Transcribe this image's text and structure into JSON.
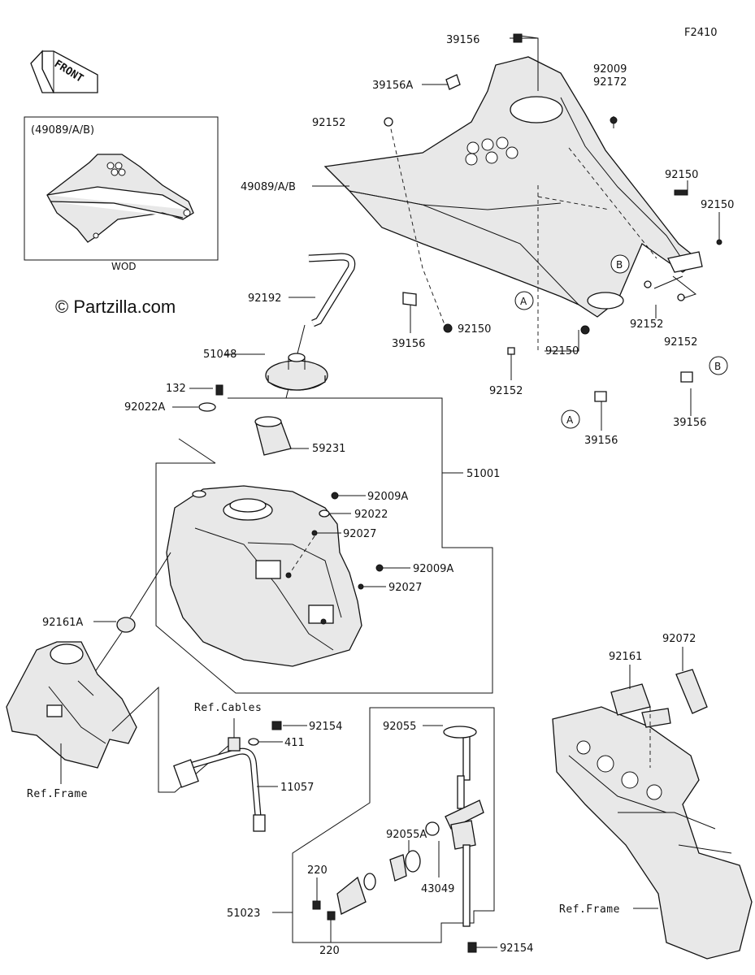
{
  "figure_code": "F2410",
  "watermark": "© Partzilla.com",
  "front_arrow": "FRONT",
  "inset": {
    "title": "(49089/A/B)",
    "caption": "WOD"
  },
  "callout_a": "A",
  "callout_b": "B",
  "labels": {
    "l39156_top": "39156",
    "l39156a": "39156A",
    "l92009": "92009",
    "l92172": "92172",
    "l92152_a": "92152",
    "l49089": "49089/A/B",
    "l92150_a": "92150",
    "l92150_b": "92150",
    "l92192": "92192",
    "l92152_b": "92152",
    "l92152_c": "92152",
    "l39156_mid": "39156",
    "l92150_c": "92150",
    "l92150_d": "92150",
    "l51048": "51048",
    "l92152_d": "92152",
    "l132": "132",
    "l92022a": "92022A",
    "l39156_b": "39156",
    "l39156_a": "39156",
    "l59231": "59231",
    "l51001": "51001",
    "l92009a_1": "92009A",
    "l92022": "92022",
    "l92027_1": "92027",
    "l92009a_2": "92009A",
    "l92027_2": "92027",
    "l92161a": "92161A",
    "l92072": "92072",
    "l92161": "92161",
    "ref_cables": "Ref.Cables",
    "l92154_a": "92154",
    "l411": "411",
    "l92055": "92055",
    "ref_frame_left": "Ref.Frame",
    "l11057": "11057",
    "l92055a": "92055A",
    "l220_a": "220",
    "l43049": "43049",
    "l51023": "51023",
    "l92154_b": "92154",
    "l220_b": "220",
    "ref_frame_right": "Ref.Frame"
  }
}
